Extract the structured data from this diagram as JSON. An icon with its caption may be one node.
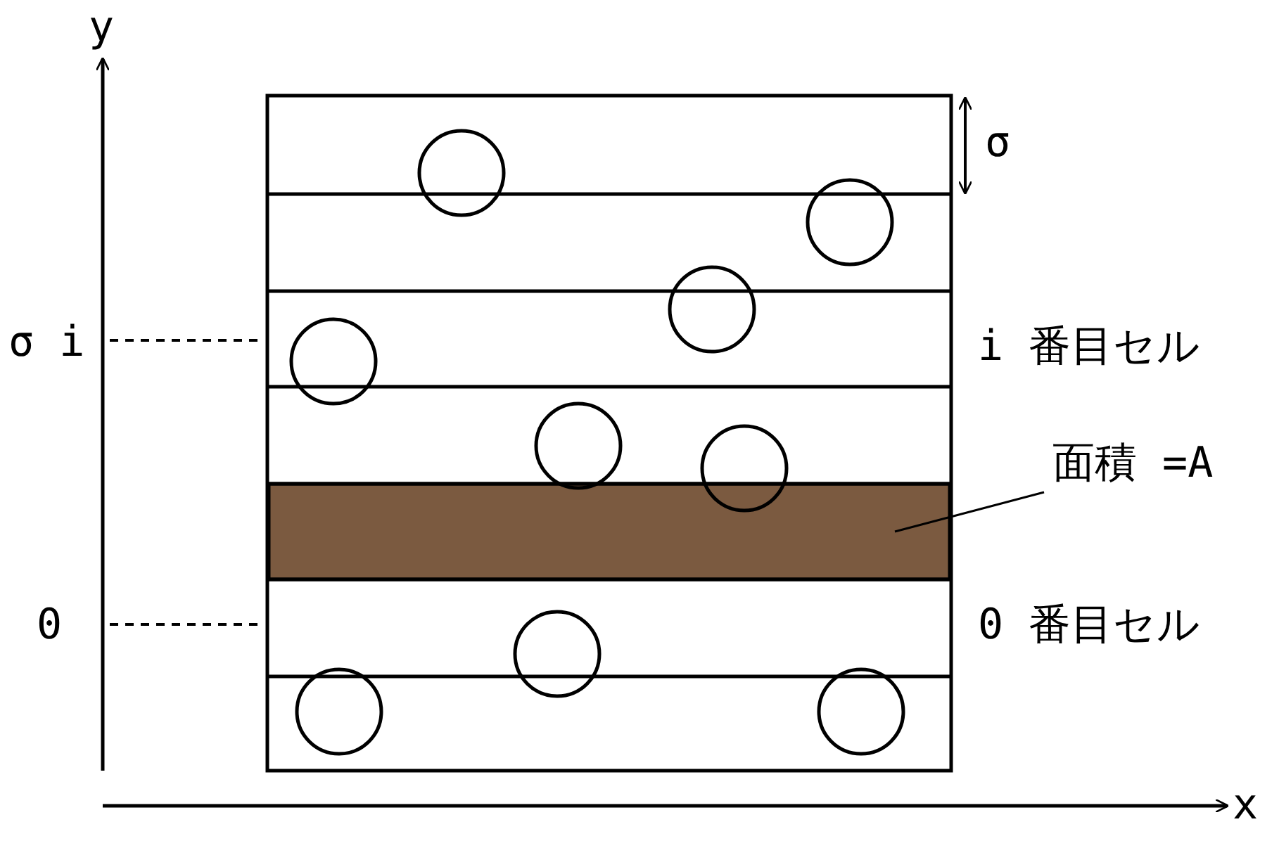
{
  "diagram": {
    "nodes": [
      {
        "text": [
          "面積 =A"
        ]
      },
      {
        "text": [],
        "shape": "bar"
      }
    ],
    "edges": [
      {
        "from": 0,
        "to": 1,
        "arrow": "none"
      }
    ],
    "labels": [
      "y",
      "σ",
      "σ i",
      "i 番目セル",
      "0",
      "0 番目セル",
      "x"
    ]
  }
}
